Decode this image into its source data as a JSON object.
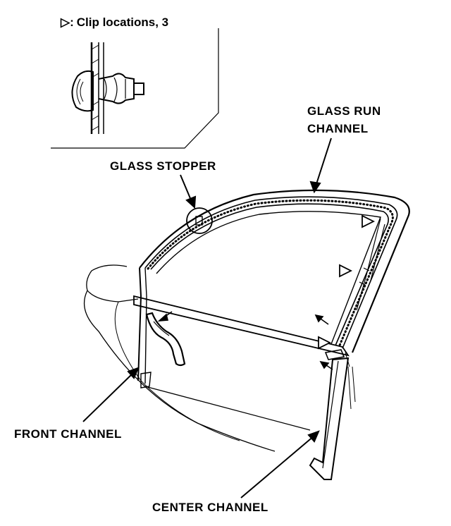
{
  "legend": {
    "symbol": "▷:",
    "text": "Clip locations, 3"
  },
  "labels": {
    "glass_run_channel_line1": "GLASS RUN",
    "glass_run_channel_line2": "CHANNEL",
    "glass_stopper": "GLASS STOPPER",
    "front_channel": "FRONT CHANNEL",
    "center_channel": "CENTER CHANNEL"
  },
  "colors": {
    "ink": "#000000",
    "background": "#ffffff"
  }
}
